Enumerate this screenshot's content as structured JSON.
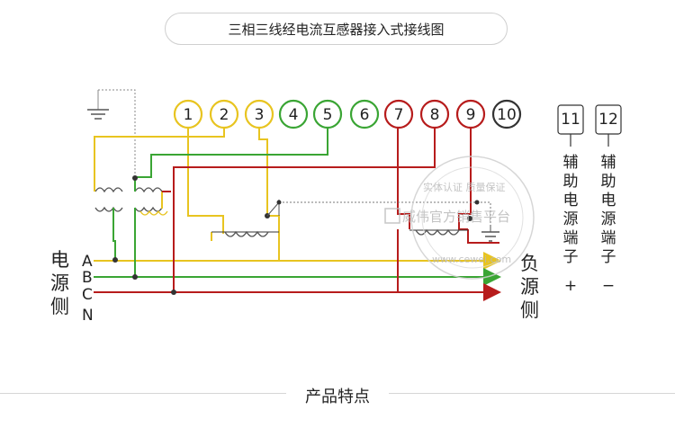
{
  "title": "三相三线经电流互感器接入式接线图",
  "footer": "产品特点",
  "terminals": [
    {
      "label": "1",
      "color": "#e8c420"
    },
    {
      "label": "2",
      "color": "#e8c420"
    },
    {
      "label": "3",
      "color": "#e8c420"
    },
    {
      "label": "4",
      "color": "#3aa534"
    },
    {
      "label": "5",
      "color": "#3aa534"
    },
    {
      "label": "6",
      "color": "#3aa534"
    },
    {
      "label": "7",
      "color": "#b71c1c"
    },
    {
      "label": "8",
      "color": "#b71c1c"
    },
    {
      "label": "9",
      "color": "#b71c1c"
    },
    {
      "label": "10",
      "color": "#333333"
    }
  ],
  "aux_terminals": [
    {
      "label": "11",
      "text": [
        "辅",
        "助",
        "电",
        "源",
        "端",
        "子"
      ],
      "sign": "+"
    },
    {
      "label": "12",
      "text": [
        "辅",
        "助",
        "电",
        "源",
        "端",
        "子"
      ],
      "sign": "−"
    }
  ],
  "source_side": [
    "电",
    "源",
    "侧"
  ],
  "load_side": [
    "负",
    "源",
    "侧"
  ],
  "phases": [
    "A",
    "B",
    "C",
    "N"
  ],
  "watermark": {
    "brand": "威伟官方销售平台",
    "arc_top": "实体认证 质量保证",
    "arc_bottom": "www.cewei.com"
  },
  "colors": {
    "phase_a": "#e8c420",
    "phase_b": "#3aa534",
    "phase_c": "#b71c1c",
    "ground_wire": "#888888"
  }
}
